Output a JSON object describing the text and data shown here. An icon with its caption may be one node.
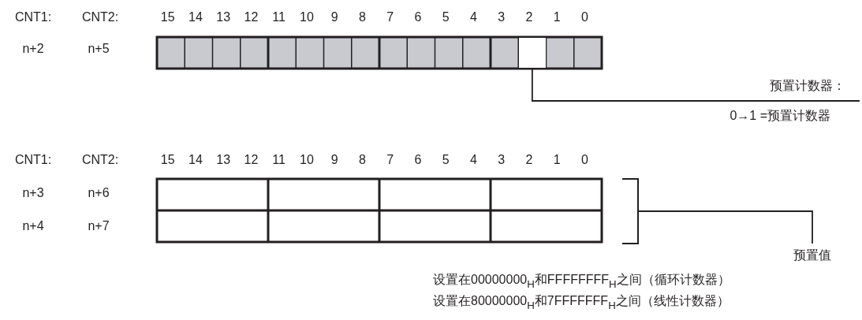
{
  "diagram": {
    "nodes": [
      {
        "text": [],
        "shape": "box"
      },
      {
        "text": [
          "预置计数器：",
          "0→1 =预置计数器"
        ]
      },
      {
        "text": [],
        "shape": "bracket"
      },
      {
        "text": [
          "预置值"
        ]
      }
    ],
    "edges": [
      {
        "from": 1,
        "to": 0,
        "arrow": "none"
      },
      {
        "from": 2,
        "to": 3,
        "arrow": "none"
      }
    ],
    "labels": [
      "CNT1:",
      "CNT2:",
      "15",
      "14",
      "13",
      "12",
      "11",
      "10",
      "9",
      "8",
      "7",
      "6",
      "5",
      "4",
      "3",
      "2",
      "1",
      "0",
      "n+2",
      "n+5",
      "CNT1:",
      "CNT2:",
      "15",
      "14",
      "13",
      "12",
      "11",
      "10",
      "9",
      "8",
      "7",
      "6",
      "5",
      "4",
      "3",
      "2",
      "1",
      "0",
      "n+3",
      "n+6",
      "n+4",
      "n+7",
      "设置在00000000$_{H}$和FFFFFFFF$_{H}$之间（循环计数器）",
      "设置在80000000$_{H}$和7FFFFFFF$_{H}$之间（线性计数器）"
    ]
  }
}
